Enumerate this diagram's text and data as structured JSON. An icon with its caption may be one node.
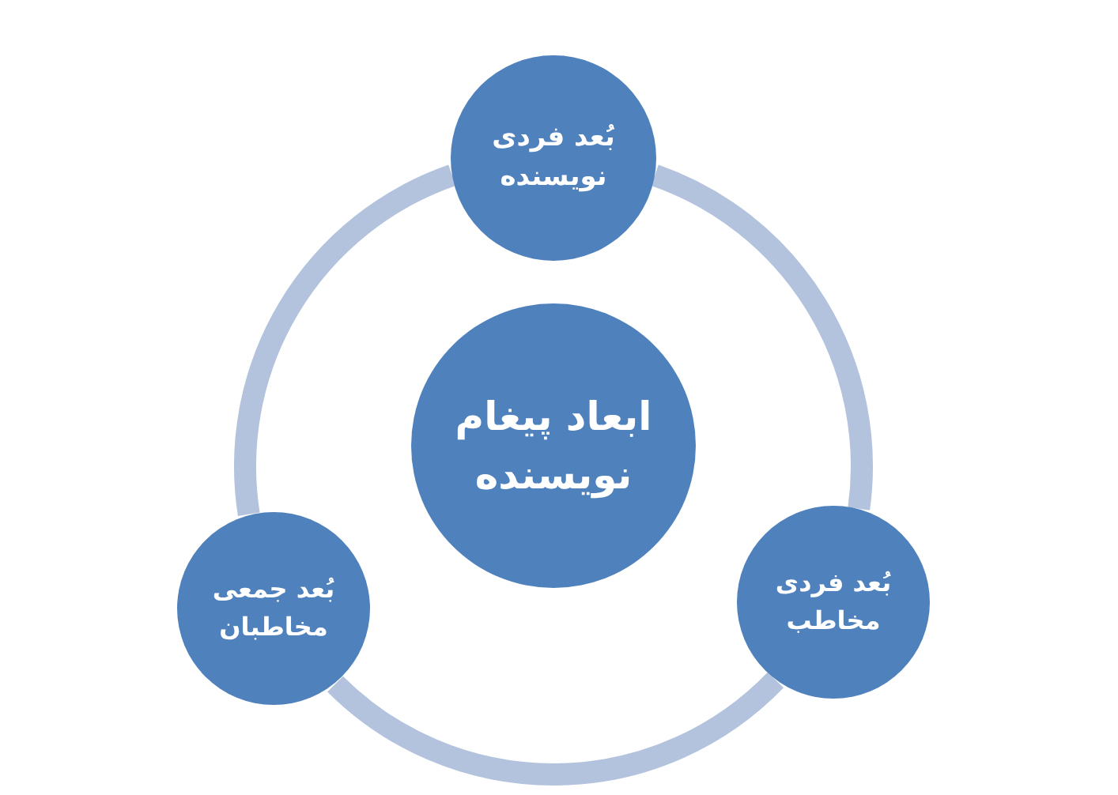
{
  "diagram": {
    "nodes": [
      {
        "text": [
          "ابعاد پیغام نویسنده"
        ]
      },
      {
        "text": [
          "بُعد فردی نویسنده"
        ]
      },
      {
        "text": [
          "بُعد فردی مخاطب"
        ]
      },
      {
        "text": [
          "بُعد جمعی مخاطبان"
        ]
      }
    ],
    "edges": [
      {
        "from": 1,
        "to": 2,
        "arrow": "none"
      },
      {
        "from": 2,
        "to": 3,
        "arrow": "none"
      },
      {
        "from": 3,
        "to": 1,
        "arrow": "none"
      }
    ]
  }
}
